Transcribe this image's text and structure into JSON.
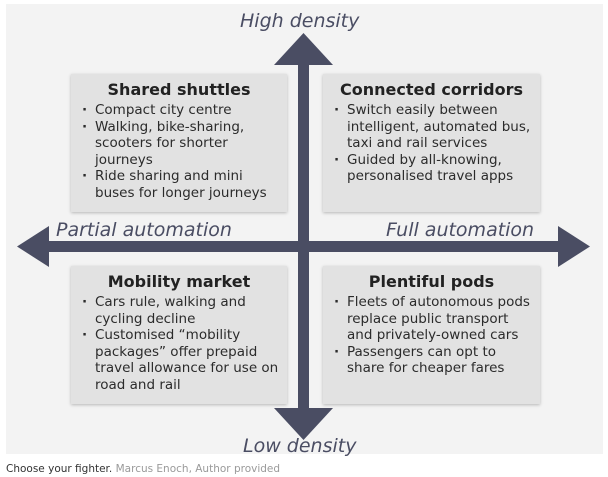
{
  "axes": {
    "top": "High density",
    "bottom": "Low density",
    "left": "Partial automation",
    "right": "Full automation",
    "color": "#4a4d63"
  },
  "quadrants": {
    "top_left": {
      "title": "Shared shuttles",
      "items": [
        "Compact city centre",
        "Walking, bike-sharing, scooters for shorter journeys",
        "Ride sharing and mini buses for longer journeys"
      ]
    },
    "top_right": {
      "title": "Connected corridors",
      "items": [
        "Switch easily between intelligent, automated bus, taxi and rail services",
        "Guided by all-knowing, personalised travel apps"
      ]
    },
    "bottom_left": {
      "title": "Mobility market",
      "items": [
        "Cars rule, walking and cycling decline",
        "Customised “mobility packages” offer prepaid travel allowance for use on road and rail"
      ]
    },
    "bottom_right": {
      "title": "Plentiful pods",
      "items": [
        "Fleets of autonomous pods replace public transport and privately-owned cars",
        "Passengers can opt to share for cheaper fares"
      ]
    }
  },
  "caption": {
    "text": "Choose your fighter.",
    "credit": "Marcus Enoch,",
    "source": "Author provided"
  }
}
